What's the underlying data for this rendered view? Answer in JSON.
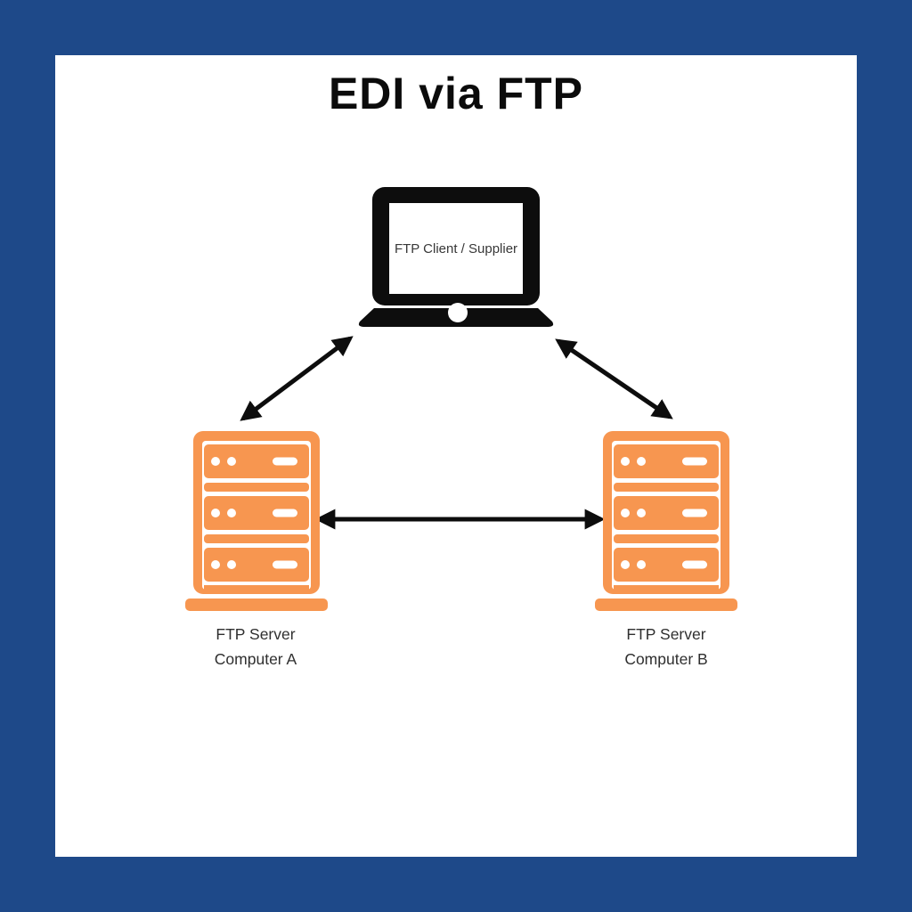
{
  "title": "EDI via FTP",
  "colors": {
    "frame_blue": "#1E4989",
    "canvas_white": "#FFFFFF",
    "server_orange": "#F79650",
    "icon_black": "#0D0D0D",
    "label_text": "#2F2F2F"
  },
  "client": {
    "icon": "laptop-icon",
    "label": "FTP Client / Supplier"
  },
  "servers": [
    {
      "icon": "server-icon",
      "label_line1": "FTP Server",
      "label_line2": "Computer A"
    },
    {
      "icon": "server-icon",
      "label_line1": "FTP Server",
      "label_line2": "Computer B"
    }
  ],
  "connections": [
    {
      "from": "ftp-client",
      "to": "ftp-server-a",
      "bidirectional": true
    },
    {
      "from": "ftp-client",
      "to": "ftp-server-b",
      "bidirectional": true
    },
    {
      "from": "ftp-server-a",
      "to": "ftp-server-b",
      "bidirectional": true
    }
  ]
}
